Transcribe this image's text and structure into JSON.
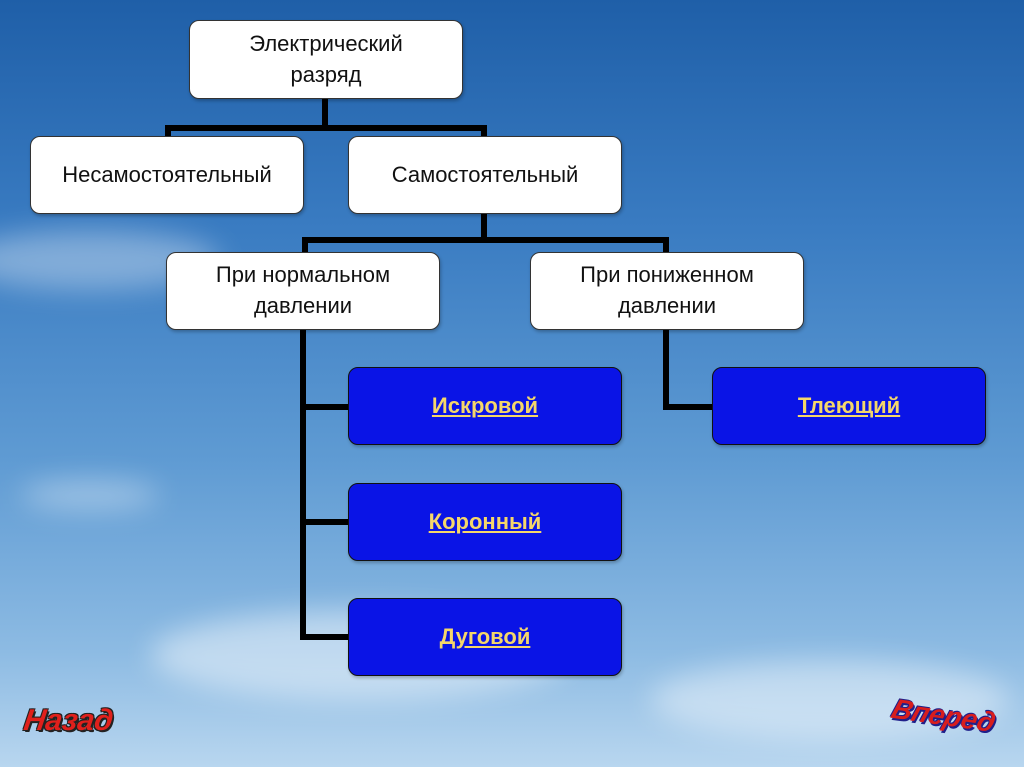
{
  "root": {
    "label": "Электрический\nразряд"
  },
  "level1": [
    {
      "label": "Несамостоятельный"
    },
    {
      "label": "Самостоятельный"
    }
  ],
  "level2": [
    {
      "label": "При нормальном\nдавлении"
    },
    {
      "label": "При пониженном\nдавлении"
    }
  ],
  "discharge_types": [
    {
      "label": "Искровой"
    },
    {
      "label": "Коронный"
    },
    {
      "label": "Дуговой"
    },
    {
      "label": "Тлеющий"
    }
  ],
  "navigation": {
    "back_label": "Назад",
    "forward_label": "Вперед"
  },
  "colors": {
    "link_box_fill": "#0a14e6",
    "link_text": "#f5d76a",
    "connector": "#000000",
    "nav_text": "#e0201c"
  }
}
